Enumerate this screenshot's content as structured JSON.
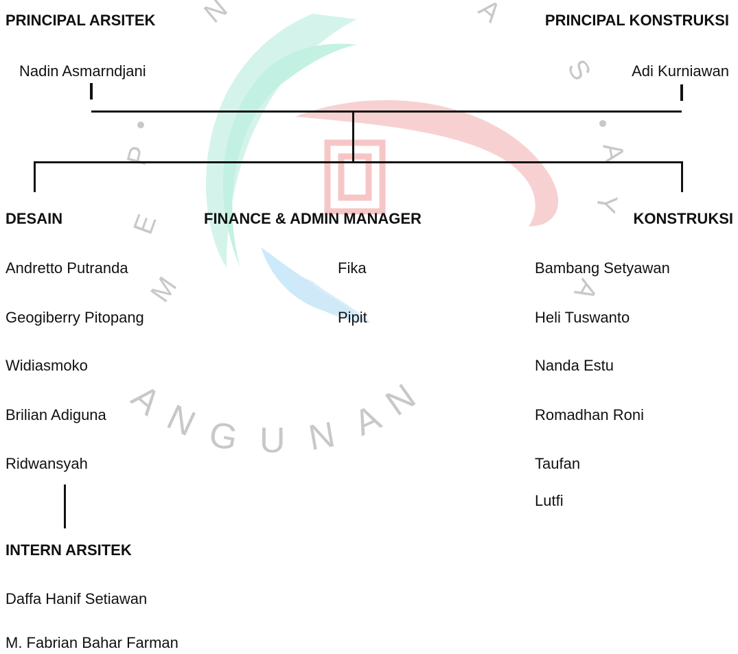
{
  "principals": {
    "arsitek": {
      "title": "PRINCIPAL ARSITEK",
      "name": "Nadin Asmarndjani"
    },
    "konstruksi": {
      "title": "PRINCIPAL KONSTRUKSI",
      "name": "Adi Kurniawan"
    }
  },
  "departments": {
    "desain": {
      "title": "DESAIN",
      "members": [
        "Andretto Putranda",
        "Geogiberry Pitopang",
        "Widiasmoko",
        "Brilian Adiguna",
        "Ridwansyah"
      ]
    },
    "finance": {
      "title": "FINANCE & ADMIN MANAGER",
      "members": [
        "Fika",
        "Pipit"
      ]
    },
    "konstruksi": {
      "title": "KONSTRUKSI",
      "members": [
        "Bambang Setyawan",
        "Heli Tuswanto",
        "Nanda Estu",
        "Romadhan Roni",
        "Taufan",
        "Lutfi"
      ]
    }
  },
  "intern": {
    "title": "INTERN ARSITEK",
    "members": [
      "Daffa Hanif Setiawan",
      "M. Fabrian Bahar Farman"
    ]
  },
  "watermark": {
    "letters_left": [
      "P",
      "E",
      "M"
    ],
    "letters_bottom": [
      "A",
      "N",
      "G",
      "U",
      "N",
      "A",
      "N"
    ],
    "letters_top": [
      "N",
      "A"
    ],
    "letters_right": [
      "S",
      "A",
      "Y",
      "A"
    ],
    "colors": {
      "teal": "#b8eedd",
      "blue": "#c6e8f8",
      "red": "#f6c9c9",
      "letters": "#c8c8c8"
    }
  }
}
